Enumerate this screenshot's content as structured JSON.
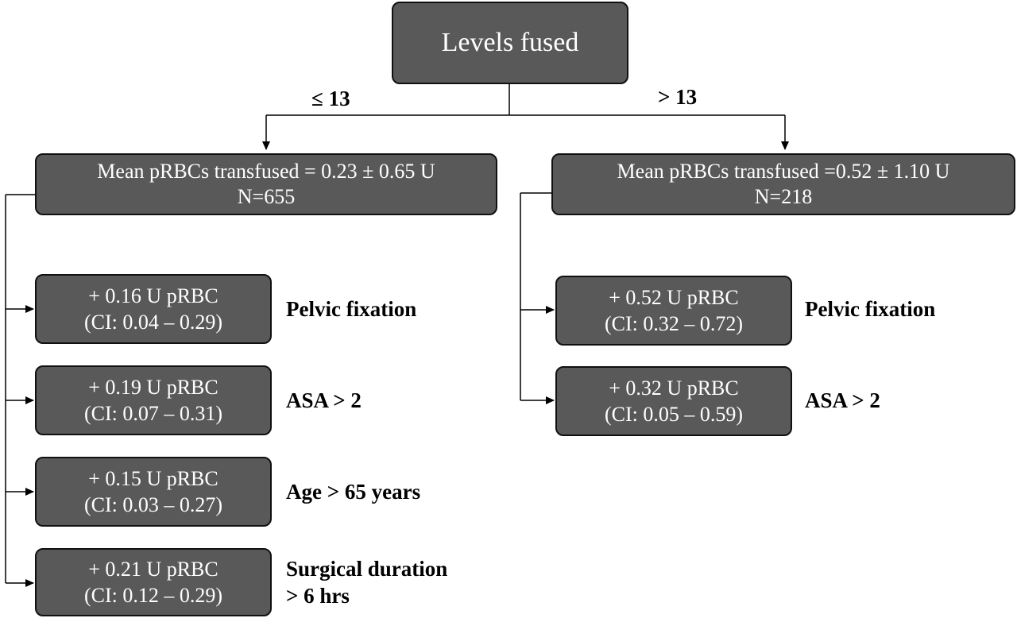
{
  "root": {
    "label": "Levels fused"
  },
  "branches": [
    {
      "condition": "≤ 13",
      "summary": {
        "line1": "Mean pRBCs transfused = 0.23 ± 0.65 U",
        "line2": "N=655"
      },
      "predictors": [
        {
          "effect": "+ 0.16 U pRBC",
          "ci": "(CI: 0.04 – 0.29)",
          "factor": [
            "Pelvic fixation"
          ]
        },
        {
          "effect": "+ 0.19 U pRBC",
          "ci": "(CI: 0.07 – 0.31)",
          "factor": [
            "ASA > 2"
          ]
        },
        {
          "effect": "+ 0.15 U pRBC",
          "ci": "(CI: 0.03 – 0.27)",
          "factor": [
            "Age > 65 years"
          ]
        },
        {
          "effect": "+ 0.21 U pRBC",
          "ci": "(CI: 0.12 – 0.29)",
          "factor": [
            "Surgical duration",
            "> 6 hrs"
          ]
        }
      ]
    },
    {
      "condition": "> 13",
      "summary": {
        "line1": "Mean pRBCs transfused =0.52 ± 1.10 U",
        "line2": "N=218"
      },
      "predictors": [
        {
          "effect": "+ 0.52 U pRBC",
          "ci": "(CI: 0.32 – 0.72)",
          "factor": [
            "Pelvic fixation"
          ]
        },
        {
          "effect": "+ 0.32 U pRBC",
          "ci": "(CI: 0.05 – 0.59)",
          "factor": [
            "ASA > 2"
          ]
        }
      ]
    }
  ],
  "colors": {
    "box_fill": "#595959",
    "box_border": "#111111",
    "box_text": "#ffffff",
    "line": "#000000",
    "label_text": "#000000"
  }
}
